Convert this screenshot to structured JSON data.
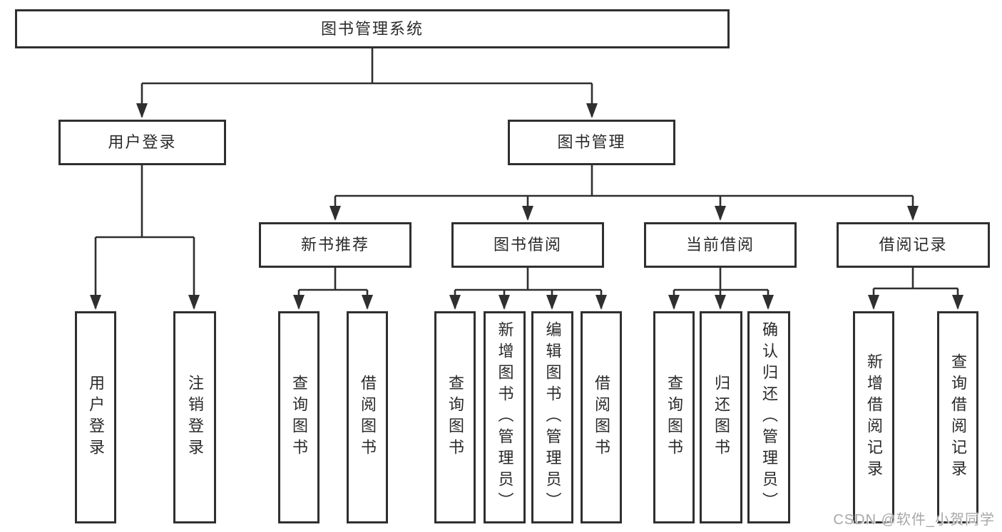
{
  "diagram": {
    "root": {
      "label": "图书管理系统"
    },
    "branches": [
      {
        "label": "用户登录",
        "children": [
          {
            "label": "用户登录"
          },
          {
            "label": "注销登录"
          }
        ]
      },
      {
        "label": "图书管理",
        "children": [
          {
            "label": "新书推荐",
            "children": [
              {
                "label": "查询图书"
              },
              {
                "label": "借阅图书"
              }
            ]
          },
          {
            "label": "图书借阅",
            "children": [
              {
                "label": "查询图书"
              },
              {
                "label": "新增图书（管理员）"
              },
              {
                "label": "编辑图书（管理员）"
              },
              {
                "label": "借阅图书"
              }
            ]
          },
          {
            "label": "当前借阅",
            "children": [
              {
                "label": "查询图书"
              },
              {
                "label": "归还图书"
              },
              {
                "label": "确认归还（管理员）"
              }
            ]
          },
          {
            "label": "借阅记录",
            "children": [
              {
                "label": "新增借阅记录"
              },
              {
                "label": "查询借阅记录"
              }
            ]
          }
        ]
      }
    ]
  },
  "watermark": {
    "text": "CSDN @软件_小贺同学"
  },
  "colors": {
    "line": "#2f2f2f",
    "box_border": "#2f2f2f",
    "box_fill": "#ffffff",
    "text": "#2a2a2a",
    "watermark": "#a8a8a8",
    "background": "#ffffff"
  }
}
